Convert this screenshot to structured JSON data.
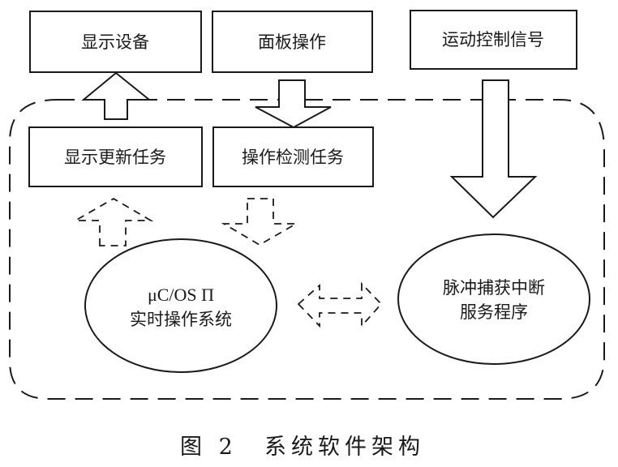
{
  "diagram": {
    "boxes": {
      "display_device": "显示设备",
      "panel_operation": "面板操作",
      "motion_control_signal": "运动控制信号",
      "display_update_task": "显示更新任务",
      "operation_detect_task": "操作检测任务"
    },
    "ellipses": {
      "rtos_line1": "μC/OS Π",
      "rtos_line2": "实时操作系统",
      "isr_line1": "脉冲捕获中断",
      "isr_line2": "服务程序"
    },
    "arrows": [
      {
        "from": "display_update_task",
        "to": "display_device",
        "style": "solid",
        "direction": "up"
      },
      {
        "from": "panel_operation",
        "to": "operation_detect_task",
        "style": "solid",
        "direction": "down"
      },
      {
        "from": "motion_control_signal",
        "to": "isr",
        "style": "solid",
        "direction": "down"
      },
      {
        "from": "rtos",
        "to": "display_update_task",
        "style": "dashed",
        "direction": "up"
      },
      {
        "from": "operation_detect_task",
        "to": "rtos",
        "style": "dashed",
        "direction": "down"
      },
      {
        "from": "rtos",
        "to": "isr",
        "style": "dashed",
        "direction": "bidirectional"
      }
    ],
    "boundary": {
      "style": "dashed",
      "shape": "rounded-rectangle"
    }
  },
  "caption": {
    "figure_number": "图 2",
    "title": "系统软件架构"
  }
}
